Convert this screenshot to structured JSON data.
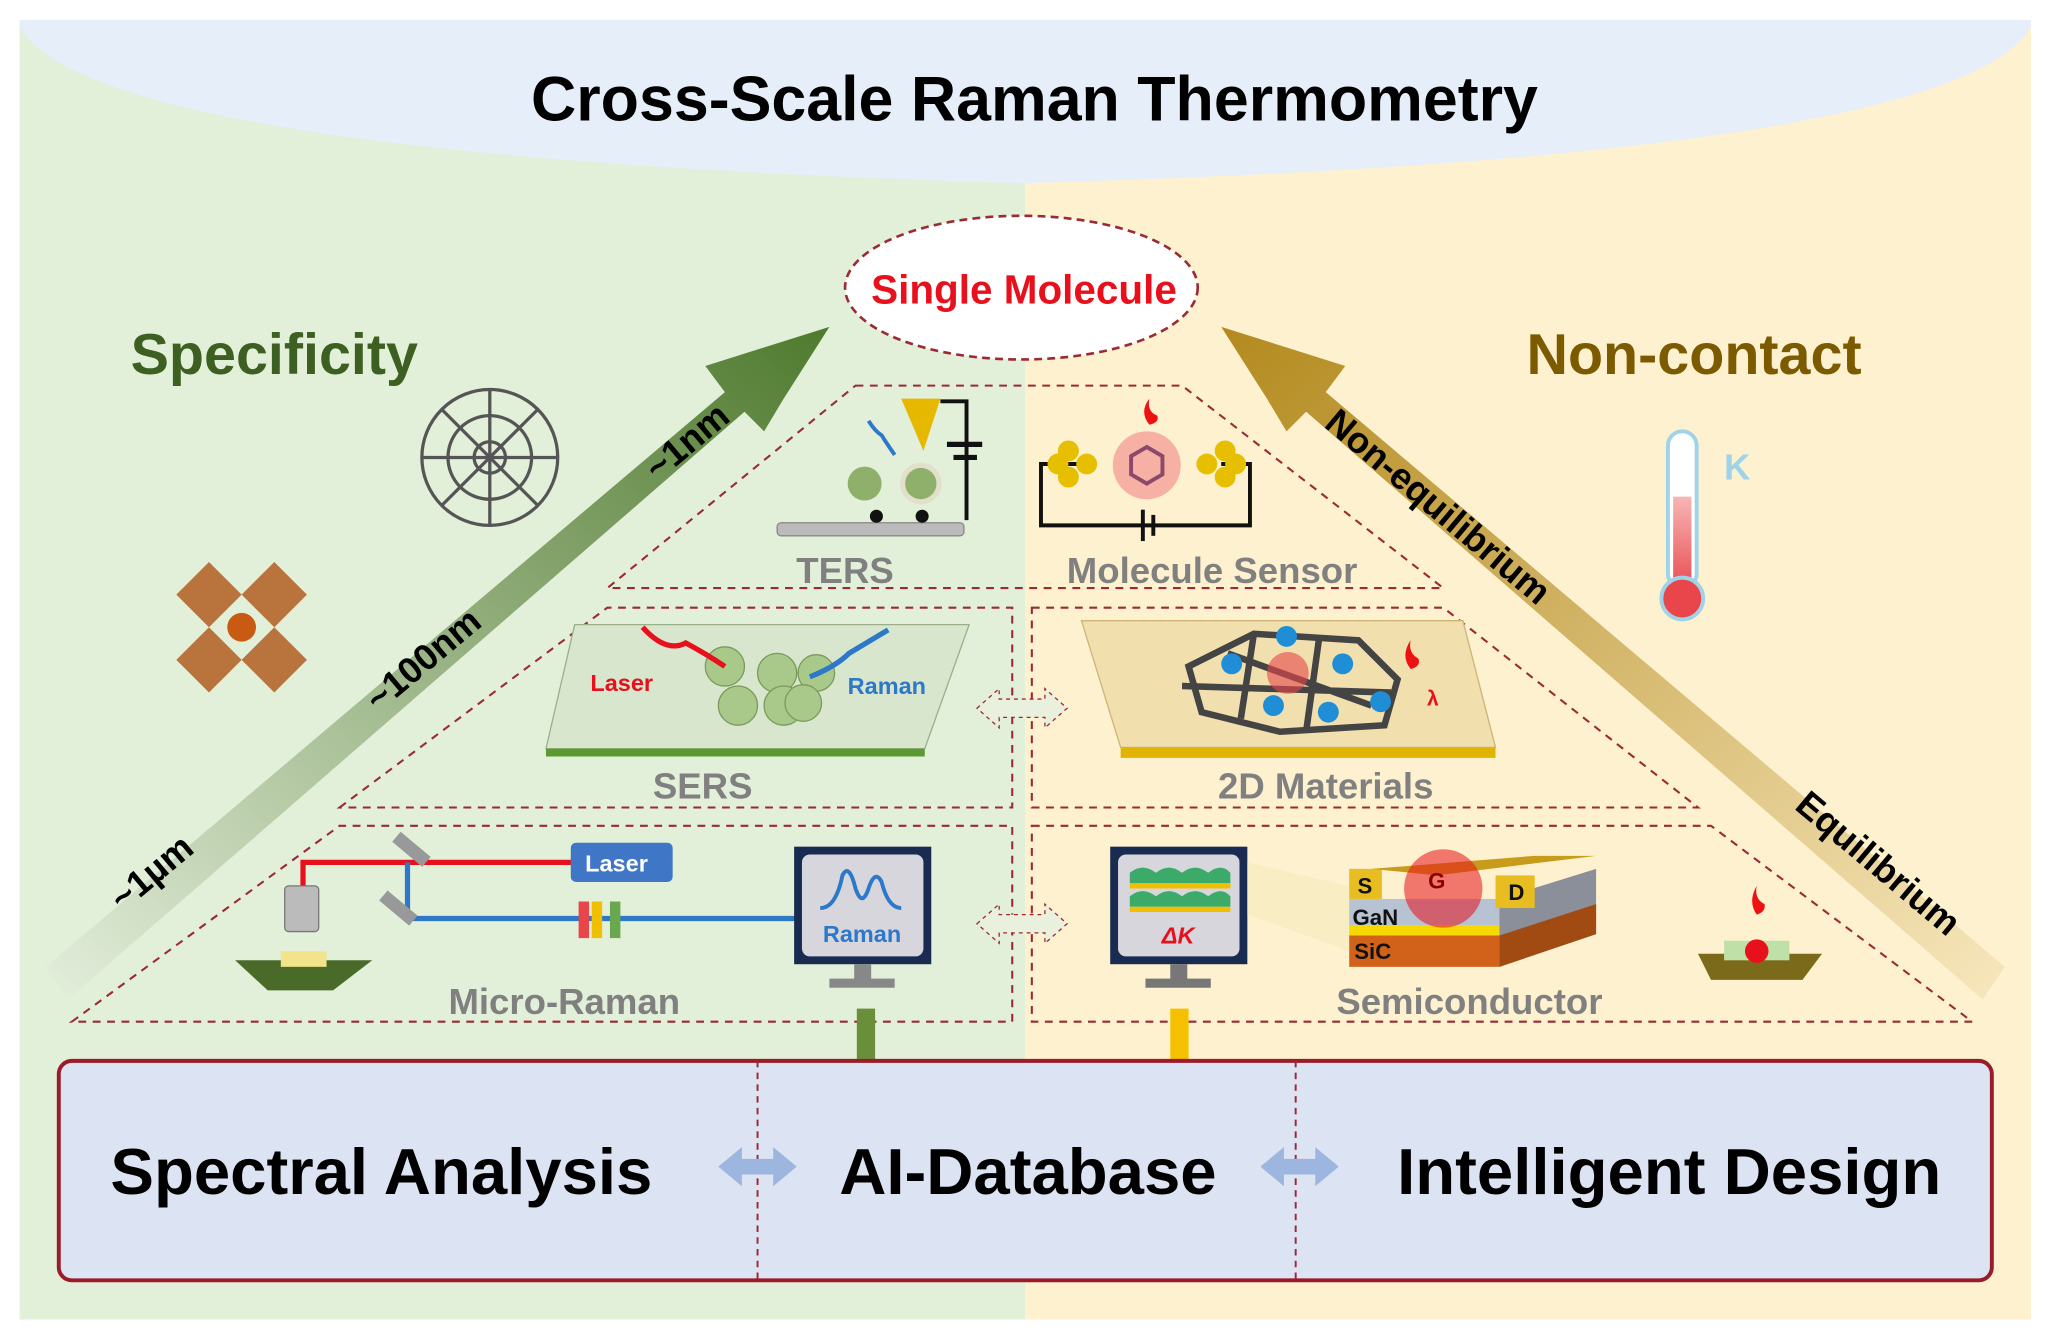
{
  "title": "Cross-Scale Raman Thermometry",
  "apex_label": "Single Molecule",
  "left_heading": "Specificity",
  "right_heading": "Non-contact",
  "scale_labels": [
    "~1µm",
    "~100nm",
    "~1nm"
  ],
  "state_labels": {
    "upper": "Non-equilibrium",
    "lower": "Equilibrium"
  },
  "techniques": {
    "ters": "TERS",
    "molecule_sensor": "Molecule Sensor",
    "sers": "SERS",
    "materials_2d": "2D Materials",
    "micro_raman": "Micro-Raman",
    "semiconductor": "Semiconductor"
  },
  "illustration_labels": {
    "sers_laser": "Laser",
    "sers_raman": "Raman",
    "laser_box": "Laser",
    "monitor_raman": "Raman",
    "monitor_delta_k": "ΔK",
    "source": "S",
    "gate": "G",
    "drain": "D",
    "gan": "GaN",
    "sic": "SiC",
    "thermometer_unit": "K",
    "lambda": "λ"
  },
  "bottom": {
    "spectral_analysis": "Spectral Analysis",
    "ai_database": "AI-Database",
    "intelligent_design": "Intelligent Design"
  },
  "colors": {
    "left_bg": "#e2efd9",
    "right_bg": "#fdf1cf",
    "top_band": "#e6eefa",
    "specificity": "#3e5f22",
    "non_contact": "#7b5a00",
    "accent_red": "#e8101c",
    "dashed": "#9b2a35",
    "bottom_box": "#dce3f2"
  }
}
